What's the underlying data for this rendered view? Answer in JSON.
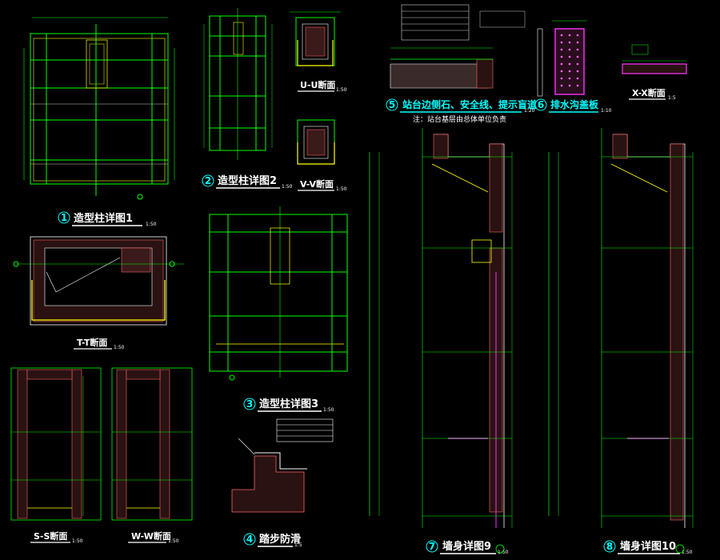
{
  "drawing": {
    "titles": [
      {
        "num": "1",
        "text": "造型柱详图1",
        "scale": "1:50"
      },
      {
        "num": "2",
        "text": "造型柱详图2",
        "scale": "1:50"
      },
      {
        "num": "3",
        "text": "造型柱详图3",
        "scale": "1:50"
      },
      {
        "num": "4",
        "text": "踏步防滑",
        "scale": "1:5"
      },
      {
        "num": "5",
        "text": "站台边侧石、安全线、提示盲道",
        "scale": "1:20"
      },
      {
        "num": "6",
        "text": "排水沟盖板",
        "scale": "1:10"
      },
      {
        "num": "7",
        "text": "墙身详图9",
        "scale": "1:50"
      },
      {
        "num": "8",
        "text": "墙身详图10",
        "scale": "1:50"
      }
    ],
    "sections": [
      {
        "text": "U-U断面",
        "scale": "1:50"
      },
      {
        "text": "V-V断面",
        "scale": "1:50"
      },
      {
        "text": "T-T断面",
        "scale": "1:50"
      },
      {
        "text": "S-S断面",
        "scale": "1:50"
      },
      {
        "text": "W-W断面",
        "scale": "1:50"
      },
      {
        "text": "X-X断面",
        "scale": "1:5"
      }
    ],
    "note": "注：站台基层由总体单位负责"
  }
}
